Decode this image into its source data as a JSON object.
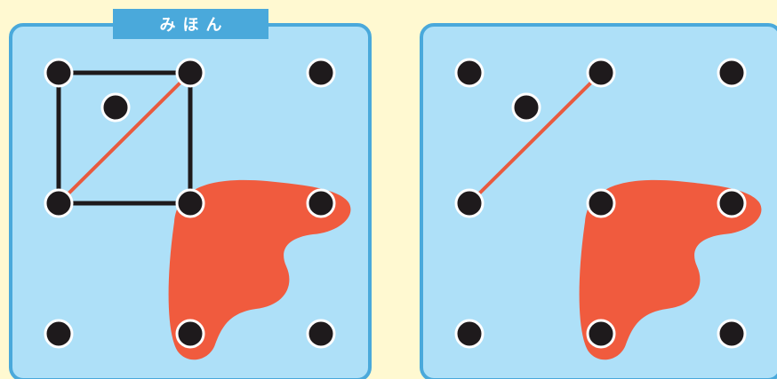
{
  "sample_label": "みほん",
  "colors": {
    "page_bg": "#fff9d1",
    "board_fill": "#aee0f8",
    "board_border": "#4aa9db",
    "dot": "#1e1a1c",
    "dot_outline": "#ffffff",
    "line": "#1e1a1c",
    "red_line": "#e85a3f",
    "blob": "#f05b3e",
    "label_bg": "#4aa9db",
    "label_text": "#ffffff"
  },
  "boards": [
    {
      "name": "sample-board",
      "role": "sample",
      "has_label": true
    },
    {
      "name": "answer-board",
      "role": "answer",
      "has_label": false
    }
  ]
}
